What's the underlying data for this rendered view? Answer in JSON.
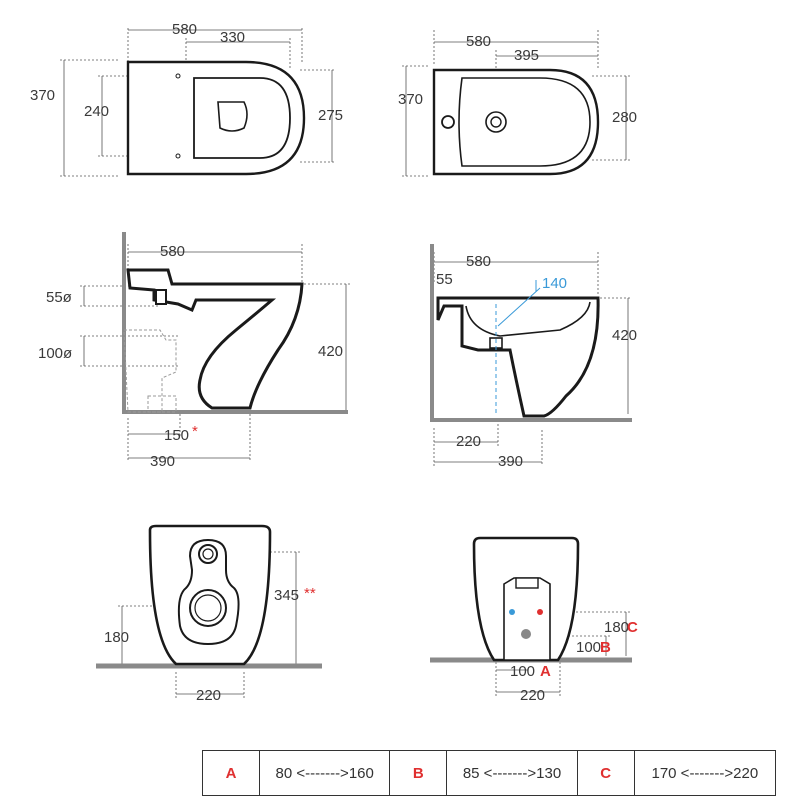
{
  "top_wc": {
    "width": "580",
    "seat": "330",
    "depth": "370",
    "holes": "240",
    "inner": "275"
  },
  "top_bidet": {
    "width": "580",
    "basin": "395",
    "depth": "370",
    "inner": "280"
  },
  "side_wc": {
    "width": "580",
    "inlet": "55ø",
    "outlet": "100ø",
    "height": "420",
    "drain": "150",
    "drain_mark": "*",
    "wall": "390"
  },
  "side_bidet": {
    "width": "580",
    "offset": "55",
    "tap": "140",
    "height": "420",
    "drain": "220",
    "wall": "390"
  },
  "rear_wc": {
    "h1": "180",
    "h2": "345",
    "h2_mark": "**",
    "w": "220"
  },
  "rear_bidet": {
    "c_val": "180",
    "c_key": "C",
    "b_val": "100",
    "b_key": "B",
    "a_val": "100",
    "a_key": "A",
    "w": "220"
  },
  "legend": [
    {
      "key": "A",
      "range": "80 <------->160"
    },
    {
      "key": "B",
      "range": "85 <------->130"
    },
    {
      "key": "C",
      "range": "170 <------->220"
    }
  ]
}
